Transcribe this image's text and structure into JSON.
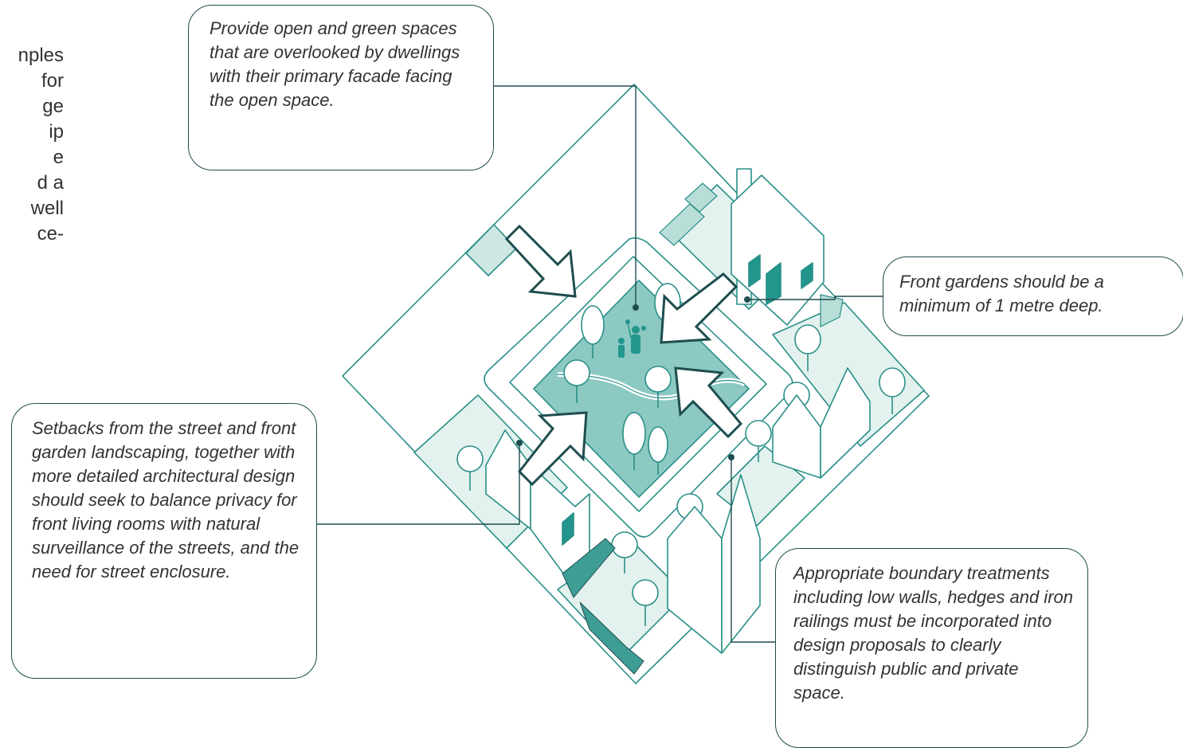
{
  "page_text_cut": [
    "nples",
    "for",
    "ge",
    "ip",
    "e",
    "d a",
    "well",
    "ce-"
  ],
  "callouts": {
    "top": "Provide open and green spaces that are overlooked by dwellings with their primary facade facing the open space.",
    "right": "Front gardens should be a minimum of 1 metre deep.",
    "left": "Setbacks from the street and front garden landscaping, together with more detailed architectural design should seek to balance privacy for front living rooms with natural surveillance of the streets, and the need for street enclosure.",
    "bottom": "Appropriate boundary treatments including low walls, hedges and iron railings must be incorporated into design proposals to clearly distinguish public and private space."
  },
  "icon_names": [
    "family-icon",
    "arrow-icon",
    "tree-icon",
    "house-icon"
  ],
  "colors": {
    "line": "#2a8f88",
    "square": "#8cc9c2",
    "square_dark": "#6fb6ae",
    "pale": "#e3f2ef",
    "mid": "#b9ddd7",
    "door": "#22968d",
    "leader": "#1e4d4f"
  }
}
